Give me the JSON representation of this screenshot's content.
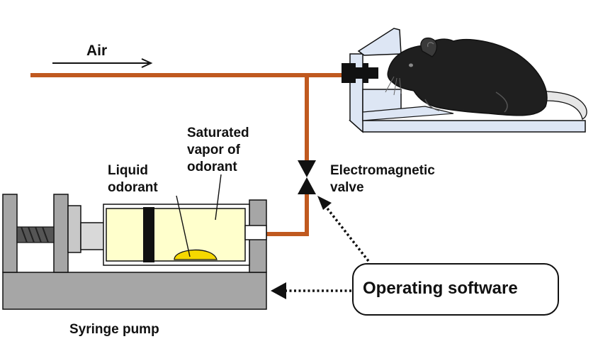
{
  "labels": {
    "air": "Air",
    "saturated_vapor": [
      "Saturated",
      "vapor of",
      "odorant"
    ],
    "liquid_odorant": [
      "Liquid",
      "odorant"
    ],
    "valve": [
      "Electromagnetic",
      "valve"
    ],
    "software": "Operating software",
    "pump": "Syringe pump"
  },
  "colors": {
    "tube": "#c0591f",
    "pump_frame": "#a6a6a6",
    "syringe_fill": "#ffffcc",
    "odorant_drop": "#f5d800",
    "plunger": "#111111",
    "mouse": "#1f1f1f",
    "holder": "#dde6f4"
  },
  "icons": [
    "mouse",
    "syringe-pump",
    "valve",
    "holder"
  ]
}
